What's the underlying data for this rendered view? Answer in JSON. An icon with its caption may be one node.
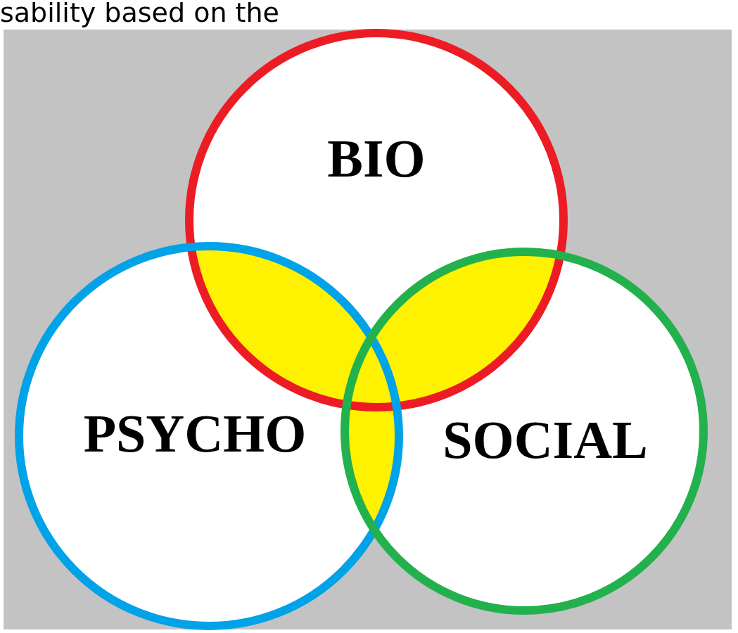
{
  "diagram": {
    "nodes": [
      {
        "text": [
          "BIO"
        ]
      },
      {
        "text": [
          "PSYCHO"
        ]
      },
      {
        "text": [
          "SOCIAL"
        ]
      }
    ],
    "edges": [],
    "labels": [
      "sability based on the"
    ]
  }
}
